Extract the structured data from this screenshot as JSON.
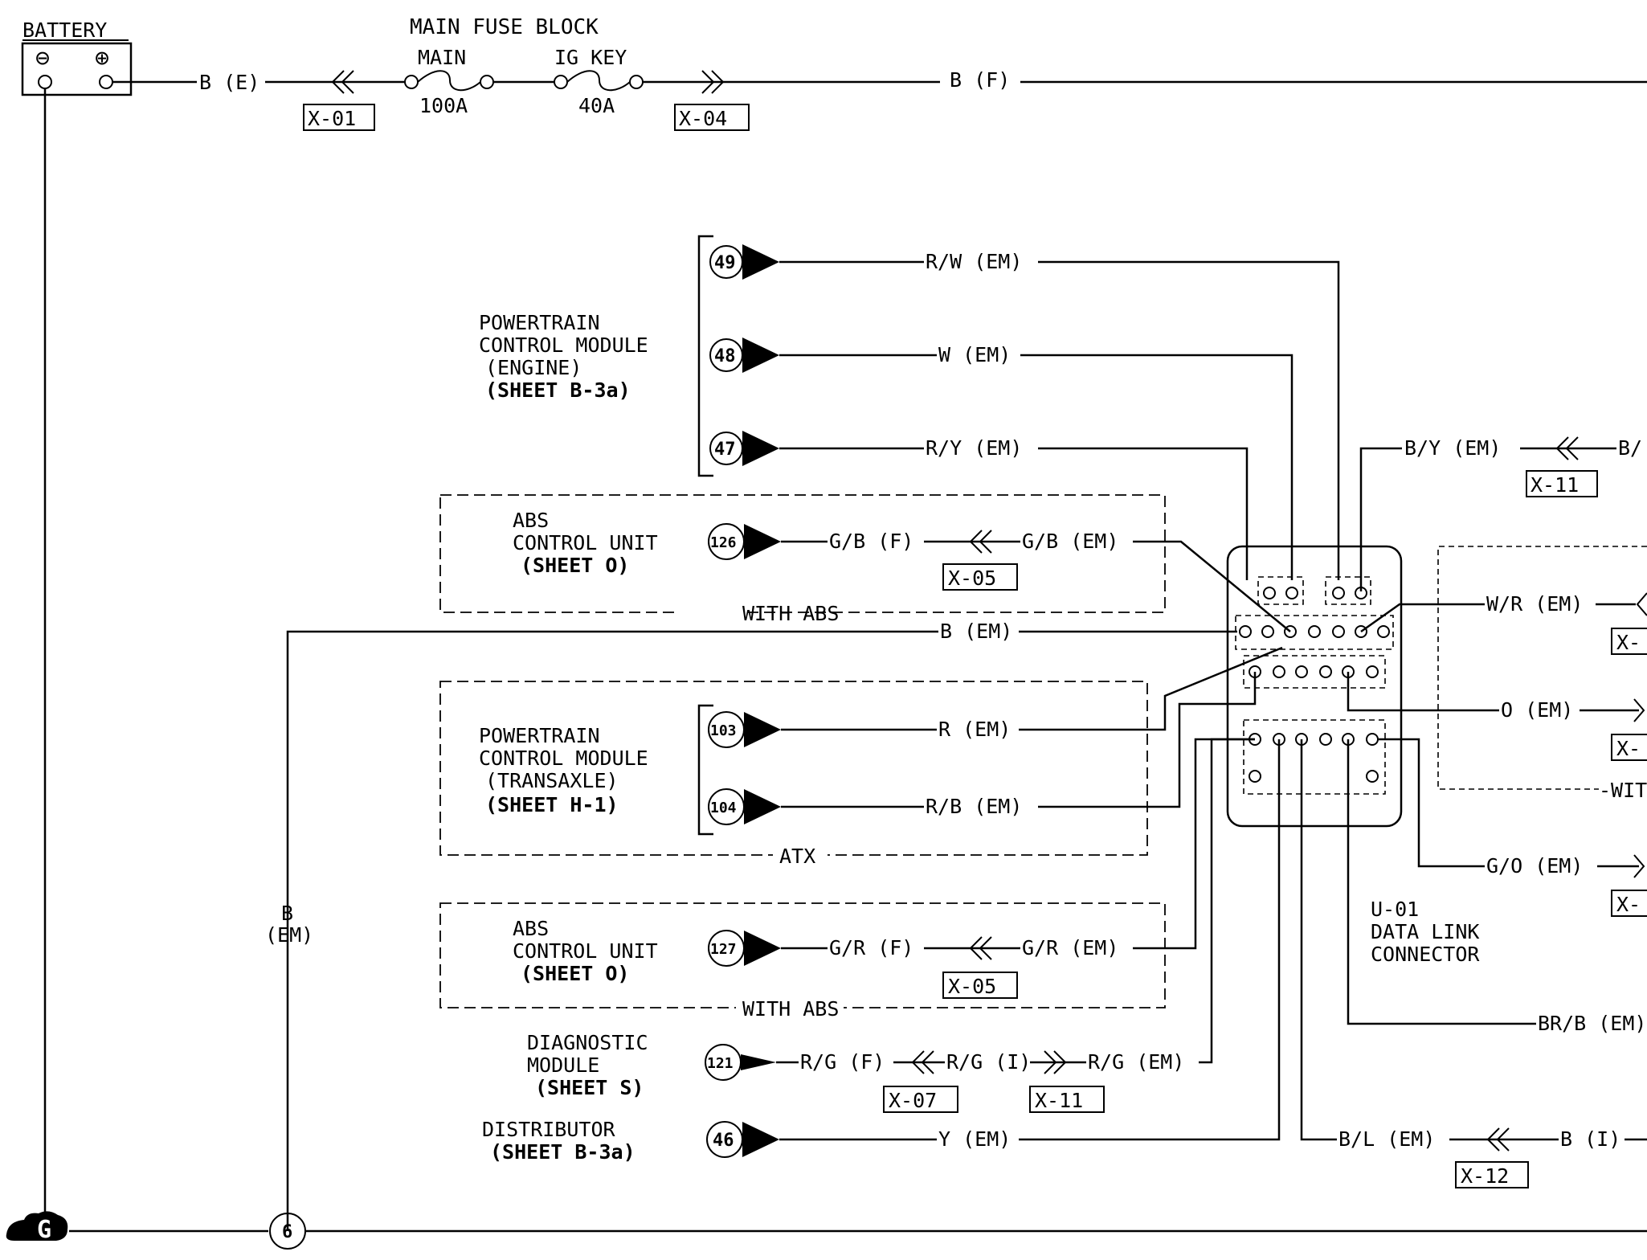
{
  "battery": {
    "label": "BATTERY",
    "minus": "⊖",
    "plus": "⊕"
  },
  "fuse_block": {
    "title": "MAIN FUSE BLOCK",
    "main_label": "MAIN",
    "main_rating": "100A",
    "ig_label": "IG KEY",
    "ig_rating": "40A"
  },
  "wires": {
    "battery_out": "B (E)",
    "fuse_out": "B (F)",
    "rw": "R/W (EM)",
    "w": "W (EM)",
    "ry": "R/Y (EM)",
    "by": "B/Y (EM)",
    "by_cont": "B/",
    "gb_f": "G/B (F)",
    "gb_em": "G/B (EM)",
    "b_em": "B (EM)",
    "wr": "W/R (EM)",
    "r_em": "R (EM)",
    "o_em": "O (EM)",
    "rb_em": "R/B (EM)",
    "go_em": "G/O (EM)",
    "gr_f": "G/R (F)",
    "gr_em": "G/R (EM)",
    "rg_f": "R/G (F)",
    "rg_i": "R/G (I)",
    "rg_em": "R/G (EM)",
    "brb_em": "BR/B (EM)",
    "y_em": "Y (EM)",
    "bl_em": "B/L (EM)",
    "b_i": "B (I)",
    "vert_b": "B",
    "vert_em": "(EM)"
  },
  "connectors": {
    "x01": "X-01",
    "x04": "X-04",
    "x05a": "X-05",
    "x05b": "X-05",
    "x07": "X-07",
    "x11a": "X-11",
    "x11b": "X-11",
    "x12": "X-12",
    "xr1": "X-",
    "xr2": "X-",
    "xr3": "X-"
  },
  "pins": {
    "p49": "49",
    "p48": "48",
    "p47": "47",
    "p126": "126",
    "p103": "103",
    "p104": "104",
    "p127": "127",
    "p121": "121",
    "p46": "46"
  },
  "components": {
    "pcm_engine": [
      "POWERTRAIN",
      "CONTROL MODULE",
      "(ENGINE)",
      "(SHEET B-3a)"
    ],
    "abs1": [
      "ABS",
      "CONTROL UNIT",
      "(SHEET O)"
    ],
    "abs1_tag": "WITH ABS",
    "pcm_trans": [
      "POWERTRAIN",
      "CONTROL MODULE",
      "(TRANSAXLE)",
      "(SHEET H-1)"
    ],
    "pcm_trans_tag": "ATX",
    "abs2": [
      "ABS",
      "CONTROL UNIT",
      "(SHEET O)"
    ],
    "abs2_tag": "WITH ABS",
    "diag": [
      "DIAGNOSTIC",
      "MODULE",
      "(SHEET S)"
    ],
    "dist": [
      "DISTRIBUTOR",
      "(SHEET B-3a)"
    ],
    "dlc": [
      "U-01",
      "DATA LINK",
      "CONNECTOR"
    ],
    "right_tag": "-WIT"
  },
  "ground": {
    "symbol": "G",
    "point": "6"
  }
}
